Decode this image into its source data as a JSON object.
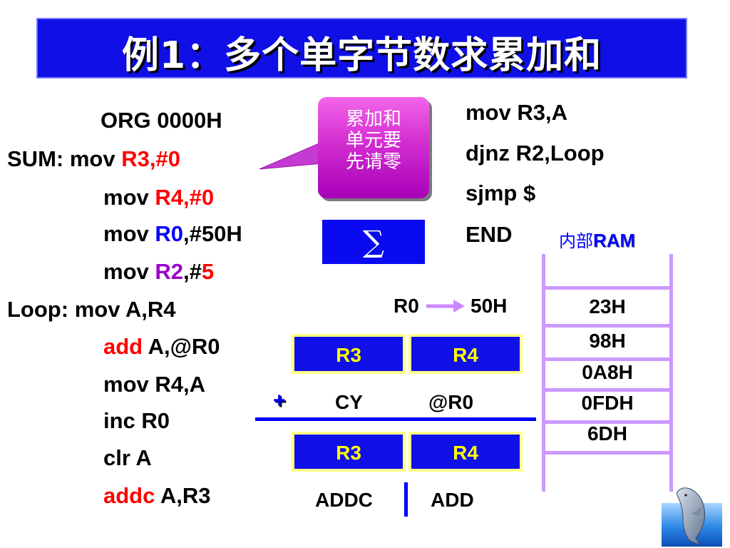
{
  "title": "例1：多个单字节数求累加和",
  "code_left": {
    "org": "ORG 0000H",
    "l1_label": "SUM:",
    "l1_op": "mov",
    "l1_arg": "R3,#0",
    "l2_op": "mov",
    "l2_arg": "R4,#0",
    "l3_op": "mov",
    "l3_reg": "R0",
    "l3_rest": ",#50H",
    "l4_op": "mov",
    "l4_reg": "R2",
    "l4_mid": ",#",
    "l4_num": "5",
    "l5_label": "Loop:",
    "l5_code": "mov A,R4",
    "l6_op": "add",
    "l6_arg": "A,@R0",
    "l7": "mov R4,A",
    "l8": "inc R0",
    "l9": "clr A",
    "l10_op": "addc",
    "l10_arg": "A,R3"
  },
  "code_right": {
    "r1": "mov R3,A",
    "r2": "djnz R2,Loop",
    "r3": "sjmp $",
    "r4": "END"
  },
  "callout": {
    "line1": "累加和",
    "line2": "单元要",
    "line3": "先请零",
    "color": "#cc33cc"
  },
  "sigma": "∑",
  "ram": {
    "label_cn": "内部",
    "label_en": "RAM",
    "values": [
      "23H",
      "98H",
      "0A8H",
      "0FDH",
      "6DH"
    ]
  },
  "pointer": {
    "reg": "R0",
    "addr": "50H"
  },
  "diagram": {
    "reg_top": [
      "R3",
      "R4"
    ],
    "plus": "+",
    "cy": "CY",
    "at_r0": "@R0",
    "reg_bottom": [
      "R3",
      "R4"
    ],
    "op_addc": "ADDC",
    "op_add": "ADD"
  },
  "colors": {
    "title_bg": "#0f0fe6",
    "highlight_red": "#ff0000",
    "highlight_blue": "#0000ff",
    "highlight_purple": "#9900cc",
    "reg_box_bg": "#1010e8",
    "reg_box_text": "#ffff00",
    "ram_rail": "#cc99ff"
  }
}
